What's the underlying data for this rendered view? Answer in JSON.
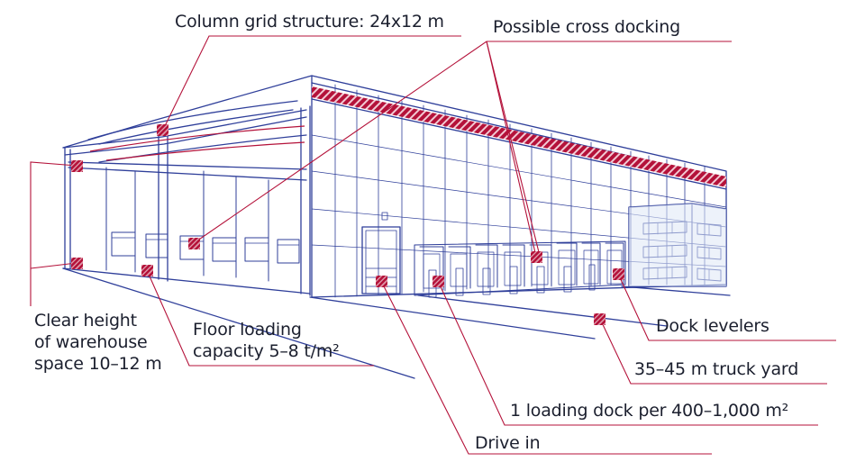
{
  "colors": {
    "ink": "#2f3f9a",
    "accent": "#b4123a",
    "text": "#1b1f2e",
    "glass": "#dfe7f5"
  },
  "labels": {
    "column_grid": "Column grid structure: 24x12 m",
    "cross_docking": "Possible cross docking",
    "clear_height": [
      "Clear height",
      "of warehouse",
      "space 10–12 m"
    ],
    "floor_loading": [
      "Floor loading",
      "capacity 5–8 t/m²"
    ],
    "dock_levelers": "Dock levelers",
    "truck_yard": "35–45 m truck yard",
    "loading_dock": "1 loading dock per 400–1,000 m²",
    "drive_in": "Drive in"
  }
}
